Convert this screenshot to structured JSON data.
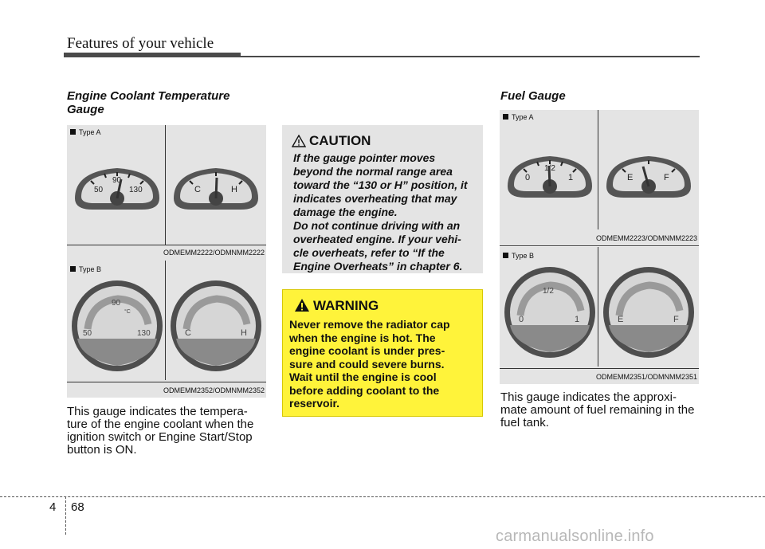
{
  "header": {
    "title": "Features of your vehicle"
  },
  "coolant": {
    "title": "Engine Coolant Temperature Gauge",
    "type_a": {
      "label": "Type A",
      "code": "ODMEMM2222/ODMNMM2222",
      "gauge1": {
        "left": "50",
        "mid": "90",
        "right": "130"
      },
      "gauge2": {
        "left": "C",
        "right": "H"
      }
    },
    "type_b": {
      "label": "Type B",
      "code": "ODMEMM2352/ODMNMM2352",
      "gauge1": {
        "left": "50",
        "mid": "90",
        "right": "130",
        "unit": "°C"
      },
      "gauge2": {
        "left": "C",
        "right": "H"
      }
    },
    "body_lines": [
      "This gauge indicates the tempera-",
      "ture of the engine coolant when the",
      "ignition switch or Engine Start/Stop",
      "button is ON."
    ]
  },
  "caution": {
    "title": "CAUTION",
    "para1_lines": [
      "If the gauge pointer moves",
      "beyond the normal range area",
      "toward the “130 or H” position, it",
      "indicates overheating that may",
      "damage the engine."
    ],
    "para2_lines": [
      "Do not continue driving with an",
      "overheated engine. If your vehi-",
      "cle overheats, refer to “If the",
      "Engine Overheats” in chapter 6."
    ]
  },
  "warning": {
    "title": "WARNING",
    "lines": [
      "Never remove the radiator cap",
      "when the engine is hot. The",
      "engine coolant is under pres-",
      "sure and could severe burns.",
      "Wait until the engine is cool",
      "before adding coolant to the",
      "reservoir."
    ]
  },
  "fuel": {
    "title": "Fuel Gauge",
    "type_a": {
      "label": "Type A",
      "code": "ODMEMM2223/ODMNMM2223",
      "gauge1": {
        "left": "0",
        "mid": "1/2",
        "right": "1"
      },
      "gauge2": {
        "left": "E",
        "right": "F"
      }
    },
    "type_b": {
      "label": "Type B",
      "code": "ODMEMM2351/ODMNMM2351",
      "gauge1": {
        "left": "0",
        "mid": "1/2",
        "right": "1"
      },
      "gauge2": {
        "left": "E",
        "right": "F"
      }
    },
    "body_lines": [
      "This gauge indicates the approxi-",
      "mate amount of fuel remaining in the",
      "fuel tank."
    ]
  },
  "footer": {
    "section": "4",
    "page": "68"
  },
  "watermark": "carmanualsonline.info",
  "colors": {
    "warning_bg": "#fff33a",
    "panel_bg": "#e4e4e4",
    "gauge_dark": "#5a5a5a",
    "gauge_face": "#d9d9d9"
  }
}
